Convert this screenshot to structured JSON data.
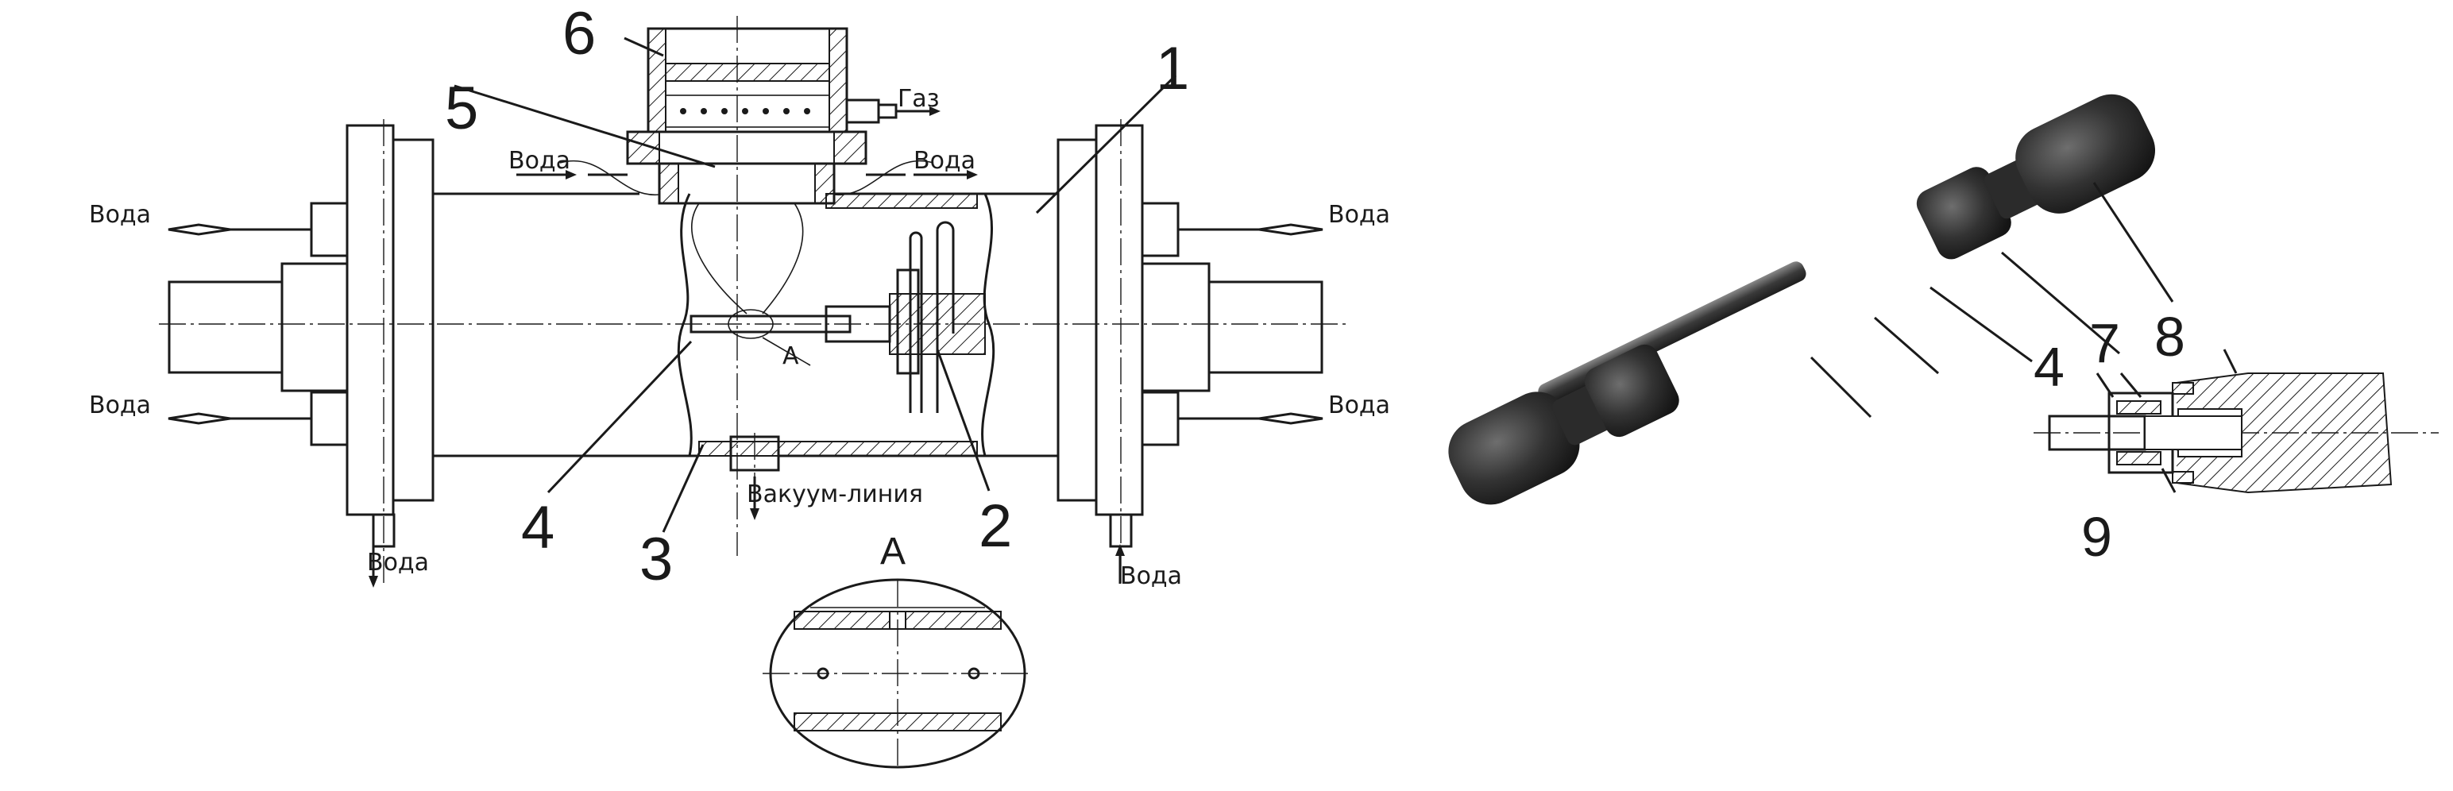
{
  "labels": {
    "n1": "1",
    "n2": "2",
    "n3": "3",
    "n4": "4",
    "n5": "5",
    "n6": "6",
    "detail": "A",
    "detail_title": "A",
    "n4b": "4",
    "n7": "7",
    "n8": "8",
    "n9": "9",
    "gas": "Газ",
    "water_1": "Вода",
    "water_2": "Вода",
    "water_3": "Вода",
    "water_4": "Вода",
    "water_5": "Вода",
    "water_6": "Вода",
    "water_7": "Вода",
    "water_8": "Вода",
    "vacuum": "Вакуум-линия"
  },
  "colors": {
    "ink": "#1a1a1a",
    "hatch": "#1a1a1a",
    "photo_dark": "#2b2b2b",
    "photo_mid": "#4a4a4a",
    "photo_light": "#7a7a7a"
  }
}
